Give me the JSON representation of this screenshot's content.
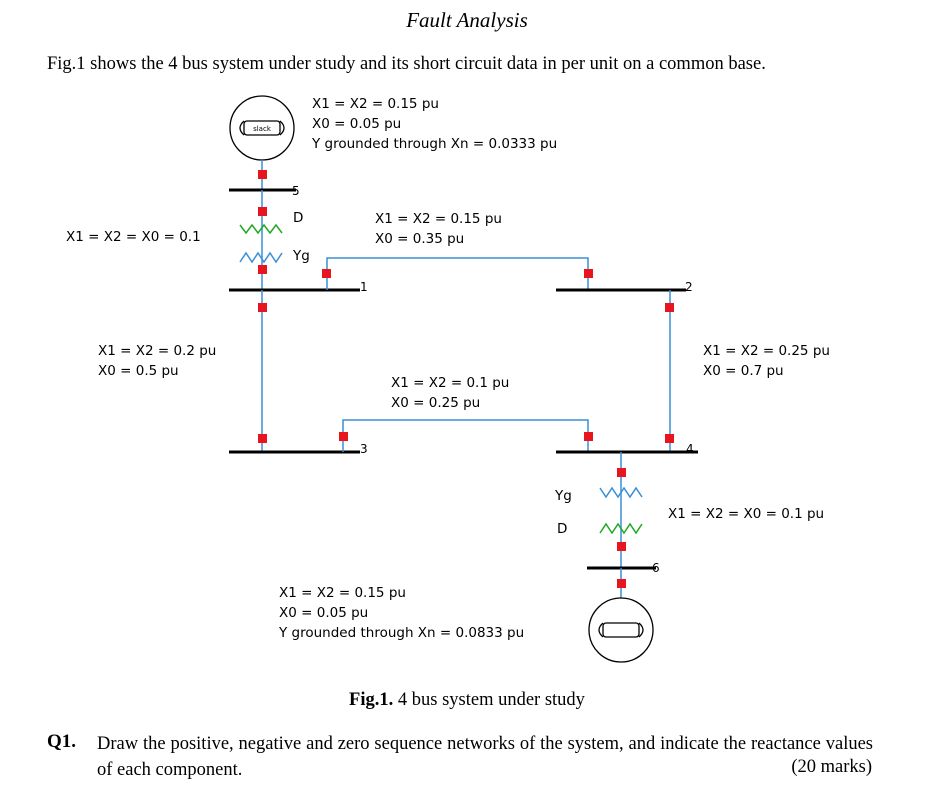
{
  "title": "Fault Analysis",
  "intro": "Fig.1 shows the 4 bus system under study and its short circuit data in per unit on a common base.",
  "figure": {
    "generator1": {
      "symbol_text": "slack",
      "line1": "X1 = X2 = 0.15 pu",
      "line2": "X0 = 0.05 pu",
      "line3": "Y grounded through Xn = 0.0333 pu"
    },
    "generator2": {
      "line1": "X1 = X2 = 0.15 pu",
      "line2": "X0 = 0.05 pu",
      "line3": "Y grounded through Xn = 0.0833 pu"
    },
    "transformer1": {
      "reactance": "X1 = X2 = X0 = 0.1",
      "winding_top": "D",
      "winding_bottom": "Yg"
    },
    "transformer2": {
      "reactance": "X1 = X2 = X0 = 0.1 pu",
      "winding_top": "Yg",
      "winding_bottom": "D"
    },
    "line_1_2": {
      "line1": "X1 = X2  = 0.15 pu",
      "line2": "X0 = 0.35 pu"
    },
    "line_1_3": {
      "line1": "X1 = X2 = 0.2 pu",
      "line2": "X0 = 0.5 pu"
    },
    "line_2_4": {
      "line1": "X1 = X2 = 0.25 pu",
      "line2": "X0 = 0.7 pu"
    },
    "line_3_4": {
      "line1": "X1 = X2 = 0.1 pu",
      "line2": "X0 = 0.25 pu"
    },
    "buses": {
      "b1": "1",
      "b2": "2",
      "b3": "3",
      "b4": "4",
      "b5": "5",
      "b6": "6"
    },
    "caption_bold": "Fig.1.",
    "caption_text": " 4 bus system under study"
  },
  "question": {
    "number": "Q1.",
    "text": "Draw the positive, negative and zero sequence networks of the system, and indicate the reactance values of each component.",
    "marks": "(20 marks)"
  },
  "colors": {
    "line": "#3a8fd6",
    "breaker": "#e8141e",
    "winding": "#22a822",
    "bus": "#000000"
  }
}
